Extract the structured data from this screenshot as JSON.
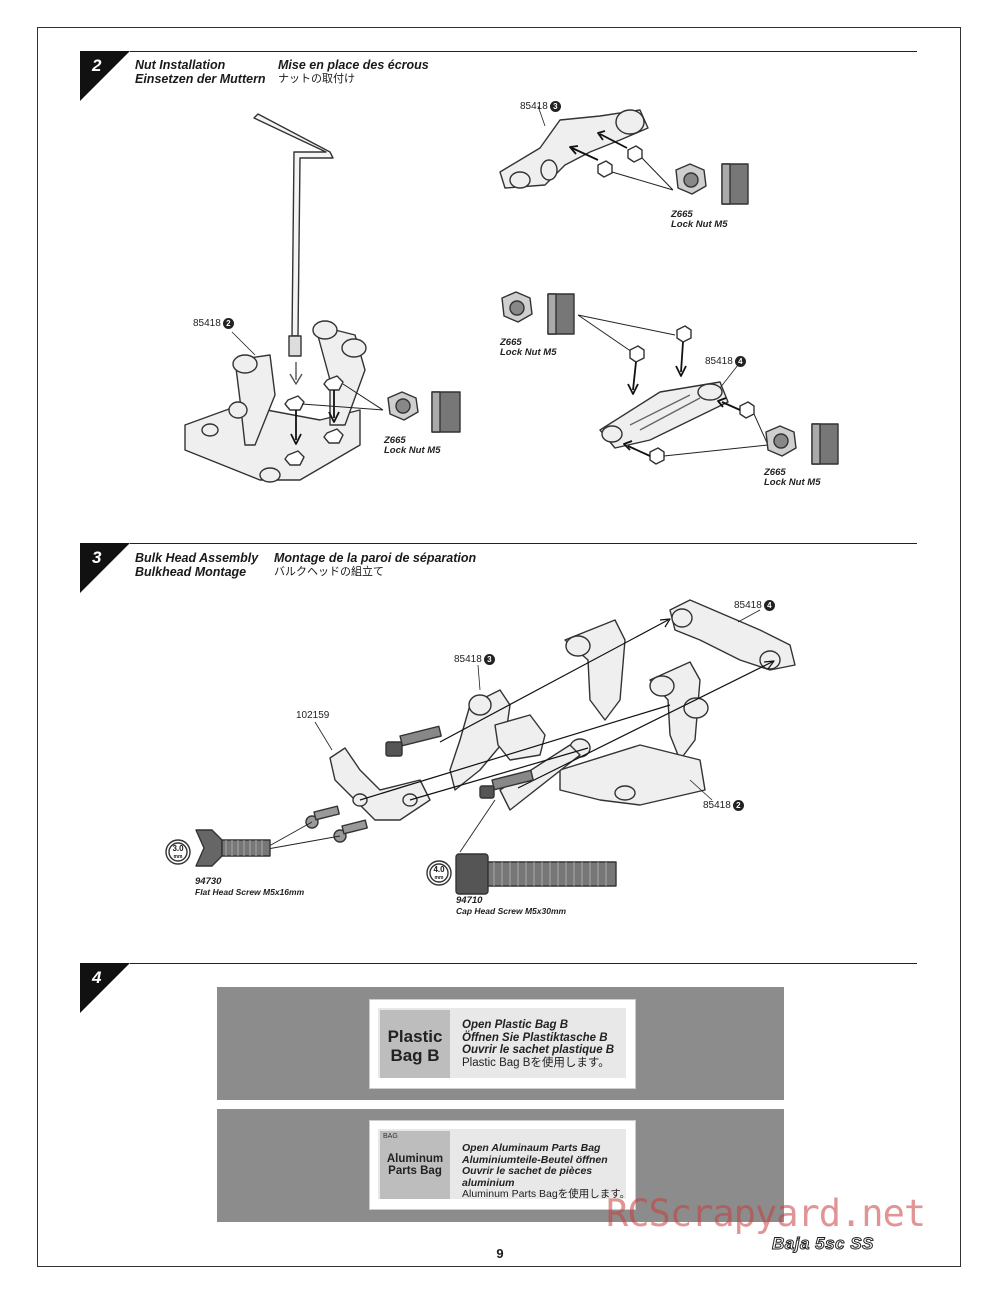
{
  "steps": [
    {
      "number": "2",
      "title_en": "Nut Installation",
      "title_de": "Einsetzen der Muttern",
      "title_fr": "Mise en place des écrous",
      "title_jp": "ナットの取付け"
    },
    {
      "number": "3",
      "title_en": "Bulk Head Assembly",
      "title_de": "Bulkhead Montage",
      "title_fr": "Montage de la paroi de séparation",
      "title_jp": "バルクヘッドの組立て"
    },
    {
      "number": "4"
    }
  ],
  "step2_labels": {
    "part_b": "85418",
    "part_b_num": "2",
    "part_c": "85418",
    "part_c_num": "3",
    "part_d": "85418",
    "part_d_num": "4",
    "nut_code": "Z665",
    "nut_name": "Lock Nut M5"
  },
  "step3_labels": {
    "bracket": "102159",
    "part_c": "85418",
    "part_c_num": "3",
    "part_d": "85418",
    "part_d_num": "4",
    "part_b": "85418",
    "part_b_num": "2",
    "tool_a": "3.0",
    "tool_b": "4.0",
    "tool_unit": "mm",
    "screw1_code": "94730",
    "screw1_name": "Flat Head Screw M5x16mm",
    "screw2_code": "94710",
    "screw2_name": "Cap Head Screw M5x30mm"
  },
  "bags": [
    {
      "tile_line1": "Plastic",
      "tile_line2": "Bag B",
      "tag": "",
      "lines": [
        "Open Plastic Bag B",
        "Öffnen Sie Plastiktasche B",
        "Ouvrir le sachet plastique B",
        "Plastic Bag Bを使用します。"
      ]
    },
    {
      "tile_line1": "Aluminum",
      "tile_line2": "Parts Bag",
      "tag": "BAG",
      "lines": [
        "Open Aluminaum Parts Bag",
        "Aluminiumteile-Beutel öffnen",
        "Ouvrir le sachet de pièces aluminium",
        "Aluminum Parts Bagを使用します。"
      ]
    }
  ],
  "footer": {
    "page_number": "9",
    "brand": "Baja 5sc SS",
    "watermark": "RCScrapyard.net"
  }
}
